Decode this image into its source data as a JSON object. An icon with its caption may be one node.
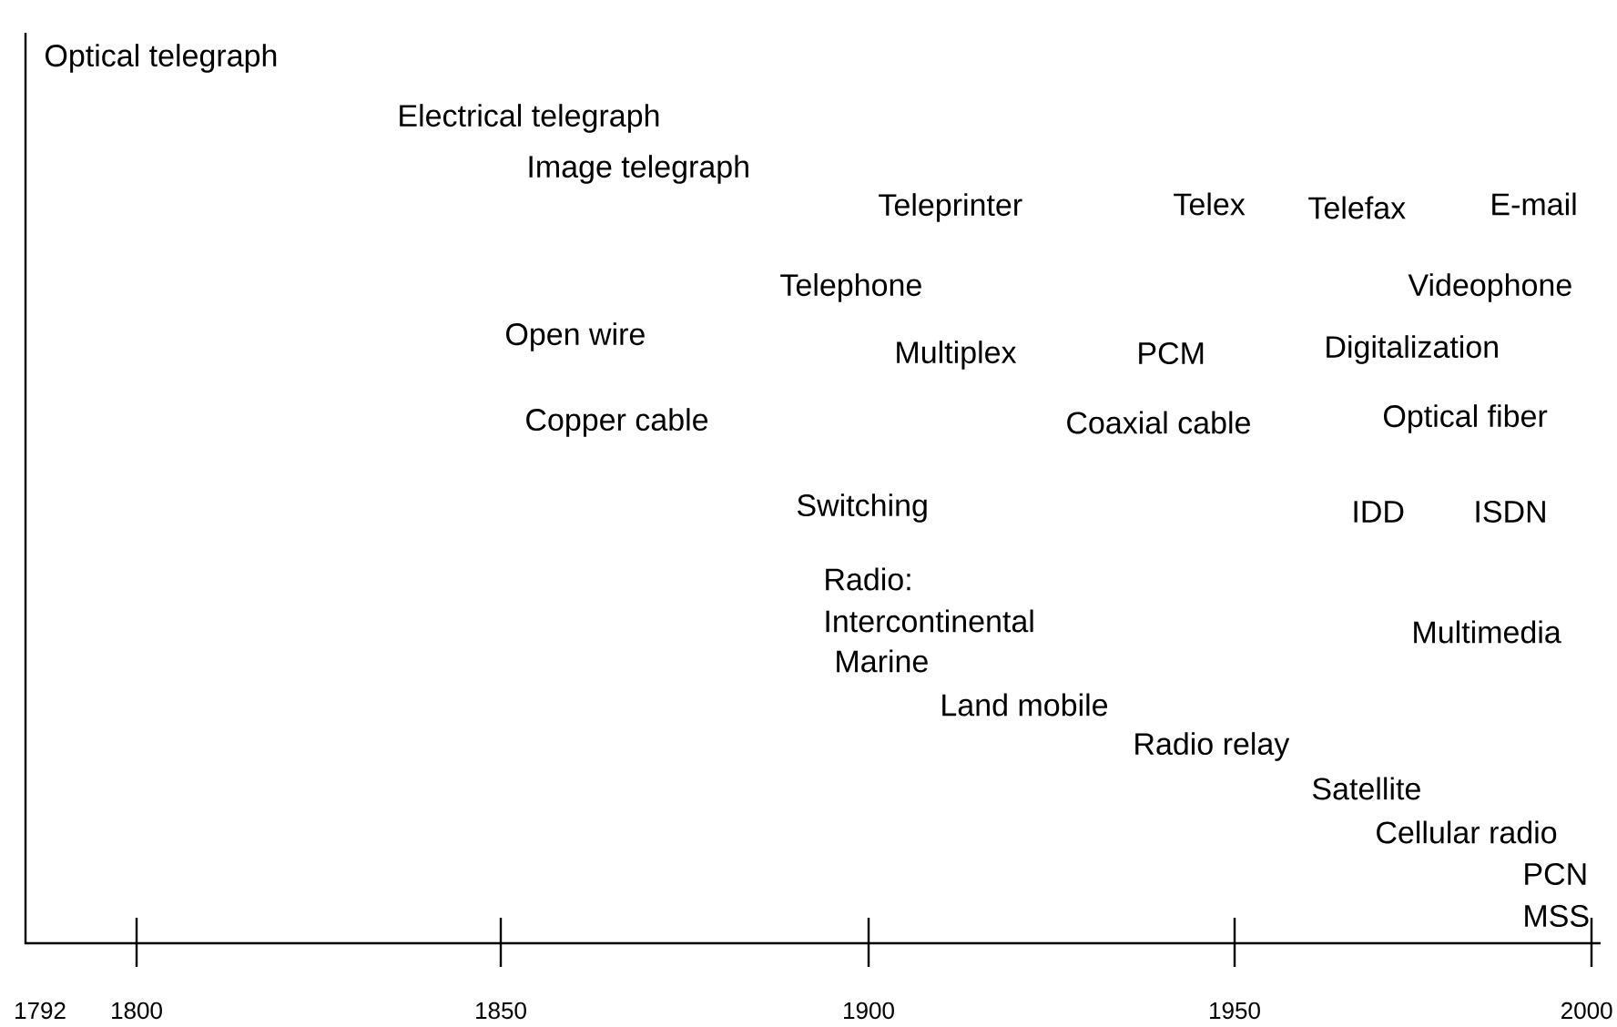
{
  "diagram": {
    "labels": [
      "Optical telegraph",
      "Electrical telegraph",
      "Image telegraph",
      "Teleprinter",
      "Telex",
      "Telefax",
      "E-mail",
      "Telephone",
      "Videophone",
      "Open wire",
      "Multiplex",
      "PCM",
      "Digitalization",
      "Copper cable",
      "Coaxial cable",
      "Optical fiber",
      "Switching",
      "IDD",
      "ISDN",
      "Radio:",
      "Intercontinental",
      "Marine",
      "Multimedia",
      "Land mobile",
      "Radio relay",
      "Satellite",
      "Cellular radio",
      "PCN",
      "MSS",
      "1792",
      "1800",
      "1850",
      "1900",
      "1950",
      "2000"
    ]
  }
}
